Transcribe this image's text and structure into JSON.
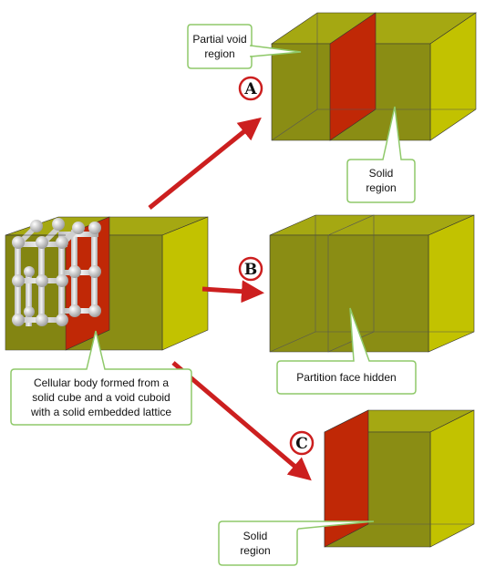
{
  "colors": {
    "solid_face": "#8a8d14",
    "solid_top": "#a5a812",
    "solid_side": "#c2c200",
    "partition": "#c02806",
    "arrow": "#cc1f1f",
    "badge_ring": "#cc1f1f",
    "callout_border": "#8fc96a",
    "lattice": "#d9d9d9"
  },
  "badges": {
    "a": "A",
    "b": "B",
    "c": "C"
  },
  "callouts": {
    "partial_void": [
      "Partial void",
      "region"
    ],
    "solid_a": [
      "Solid",
      "region"
    ],
    "partition_hidden": [
      "Partition face hidden"
    ],
    "cellular_body": [
      "Cellular body formed from a",
      "solid cube and a void cuboid",
      "with a solid embedded lattice"
    ],
    "solid_c": [
      "Solid",
      "region"
    ]
  }
}
